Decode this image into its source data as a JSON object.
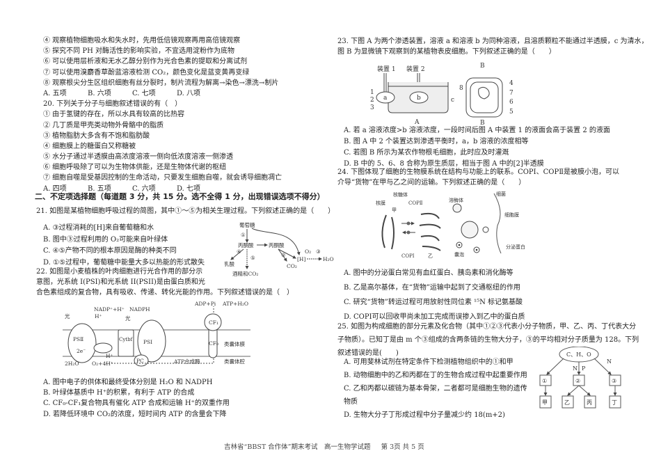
{
  "left": {
    "q19_items": [
      "④ 观察植物细胞吸水和失水时，先用低倍镜观察再用高倍镜观察",
      "⑤ 探究不同 PH 对酶活性的影响实验，不宜选用淀粉作为底物",
      "⑥ 可以使用层析液和无水乙醇分别作为光合色素的提取和分离试剂",
      "⑦ 可以使用溴麝香草酚蓝溶液检测 CO₂，颜色变化是蓝变黄再变绿",
      "⑧ 观察根尖分生区组织细胞有丝分裂时，制片流程为解离→染色→漂洗→制片"
    ],
    "q19_options": [
      "A. 五项",
      "B. 六项",
      "C. 七项",
      "D. 八项"
    ],
    "q20_stem": "20. 下列关于分子与细胞叙述错误的有（　）",
    "q20_items": [
      "① 由于氢键的存在，所以水具有较高的比热容",
      "② 几丁质是甲壳类动物外骨骼中的脂质",
      "③ 植物脂肪大多含有不饱和脂肪酸",
      "④ 细胞膜上的糖蛋白又称糖被",
      "⑤ 水分子通过半透膜由高浓度溶液一侧向低浓度溶液一侧渗透",
      "⑥ 细胞呼吸除了可以为生物体供能，还是生物体代谢的枢纽",
      "⑦ 细胞自噬是受基因控制的生命活动，只要发生细胞自噬，就会诱导细胞凋亡"
    ],
    "q20_options": [
      "A. 四项",
      "B. 五项",
      "C. 六项",
      "D. 七项"
    ],
    "section2": "二、不定项选择题（每道题 3 分，共 15 分。选不全得 1 分，出现错误选项不得分）",
    "q21_stem": "21. 如图是某植物细胞呼吸过程的简图，其中①～⑤为相关生理过程。下列叙述正确的是（　　）",
    "q21_options": [
      "A. ③过程消耗的[H]来自葡萄糖和水",
      "B. 图中③过程利用的 O₂可能来自叶绿体",
      "C. ④⑤产物不同的根本原因是酶的种类不同",
      "D. ①⑤过程中，葡萄糖中能量大多以热能的形式散失"
    ],
    "q21_diagram": {
      "glucose": "葡萄糖",
      "pyruvate1": "丙酮酸",
      "pyruvate2": "丙酮酸",
      "h": "[H]",
      "o2": "O₂",
      "h2o": "H₂O",
      "co2": "CO₂",
      "lactic": "乳酸",
      "alcohol": "酒精和CO₂",
      "n1": "①",
      "n2": "②",
      "n3": "③",
      "n4": "④",
      "n5": "⑤"
    },
    "q22_stem": [
      "22. 如图是小麦植株的叶肉细胞进行光合作用的部分示",
      "意图，光系统 I(PSI)和光系统 II(PSII)是由蛋白质和光",
      "合色素组成的复合物，具有吸收、传递、转化光能的作用。下列叙述错误的是（　）"
    ],
    "q22_diagram": {
      "light1": "光",
      "light2": "光",
      "hplus_top": "H⁺",
      "hplus_bot": "H⁺",
      "nadp": "NADP⁺+H⁺",
      "nadph": "NADPH",
      "adp": "ADP+Pi",
      "atp": "ATP+H₂O",
      "ps2": "PSⅡ",
      "e": "2e⁻",
      "cytbf": "Cytbf",
      "ps1": "PSⅠ",
      "pc": "PC",
      "h2o": "2H₂O",
      "o2": "O₂+4H⁺",
      "cf1": "CF₁",
      "cf0": "CF₀",
      "atp_synthase": "ATP合成酶",
      "membrane": "类囊体膜",
      "lumen": "类囊体腔"
    },
    "q22_options": [
      "A. 图中电子的供体和最终受体分别是 H₂O 和 NADPH",
      "B. 叶绿体基质中 H⁺的积累，有利于 ATP 的合成",
      "C. CF₀-CF₁复合物具有催化 ATP 合成和运输 H⁺的双重作用",
      "D. 若降低环境中 CO₂的浓度，短时间内 ATP 的含量会下降"
    ]
  },
  "right": {
    "q23_stem": [
      "23. 下图 A 为两个渗透装置，溶液 a 和溶液 b 为同种溶液，且溶质颗粒不能通过半透膜，c 为清水，",
      "图 B 为显微镜下观察到的某植物表皮细胞。下列叙述正确的是（　　）"
    ],
    "q23_diagram": {
      "dev1": "装置 1",
      "dev2": "装置 2",
      "a": "a",
      "b": "b",
      "c": "c",
      "n1": "1",
      "n2": "2",
      "n3": "3",
      "A": "A",
      "B_top": "B",
      "B_bot": "B",
      "n4": "4",
      "n5": "5",
      "n6": "6",
      "n7": "7",
      "n8": "8"
    },
    "q23_options": [
      "A.  若 a 溶液浓度>b 溶液浓度，一段时间后图 A 中装置 1 的液面会高于装置 2 的液面",
      "B.  图 A 中 2 个装置达到渗透平衡时，a，b 溶液的浓度相等",
      "C.  若图 B 所示为某农作物根毛细胞，此时应及时灌溉",
      "D.   B 中的 5、6、8 合称为原生质层，相当于图 A 中的[2]半透膜"
    ],
    "q24_stem": [
      "24. 下图体现了细胞的生物膜系统在结构与功能上的联系。COPⅠ、COPⅡ是被膜小泡，可以",
      "介导“货物”在甲与乙之间的运输。下列叙述正确的是（　　）"
    ],
    "q24_diagram": {
      "nucleus": "核膜",
      "ribosome": "核糖体",
      "copii": "COPⅡ",
      "jia": "甲",
      "copi": "COPⅠ",
      "yi": "乙",
      "lysosome": "溶酶体",
      "bacteria": "细菌",
      "membrane": "细胞膜",
      "vesicle": "囊泡",
      "secretory": "分泌蛋白"
    },
    "q24_options": [
      "A.  图中的分泌蛋白常见有血红蛋白、胰岛素和消化酶等",
      "B.  乙是高尔基体，在“货物”运输中起到了交通枢纽的作用",
      "C.  研究“货物”转运过程可用放射性同位素 ¹⁵N 标记氨基酸",
      "D.  COPⅠ可以回收甲尚未加工完成而误掺入到乙中的蛋白质"
    ],
    "q25_stem": [
      "25. 如图为构成细胞的部分元素及化合物（其中①②③代表小分子物质，甲、乙、丙、丁代表大分",
      "子物质）。已知丁是由 m 个③组成的含两条链的生物大分子，③的平均相对分子质量为 128。下列",
      "叙述错误的是(　　)"
    ],
    "q25_options": [
      "A.  可用斐林试剂在特定条件下检测植物组织中的①和甲",
      "B.  动物细胞中的乙和丙都在丁的生物合成过程中起重要作用",
      "C.  乙和丙都以碳链为基本骨架，二者都可是细胞生物的遗传",
      "物质",
      "D.  生物大分子丁形成过程中分子量减少约 18(m+2)"
    ],
    "q25_diagram": {
      "root": "C、H、O",
      "n_left": "N",
      "n_mid": "N",
      "p_mid": "P",
      "c1": "①",
      "c2": "②",
      "c3": "③",
      "jia": "甲",
      "yi": "乙",
      "bing": "丙",
      "ding": "丁"
    }
  },
  "footer": {
    "title": "吉林省“BBST 合作体”期末考试　高一生物学试题",
    "page": "第 3页  共 5 页"
  }
}
